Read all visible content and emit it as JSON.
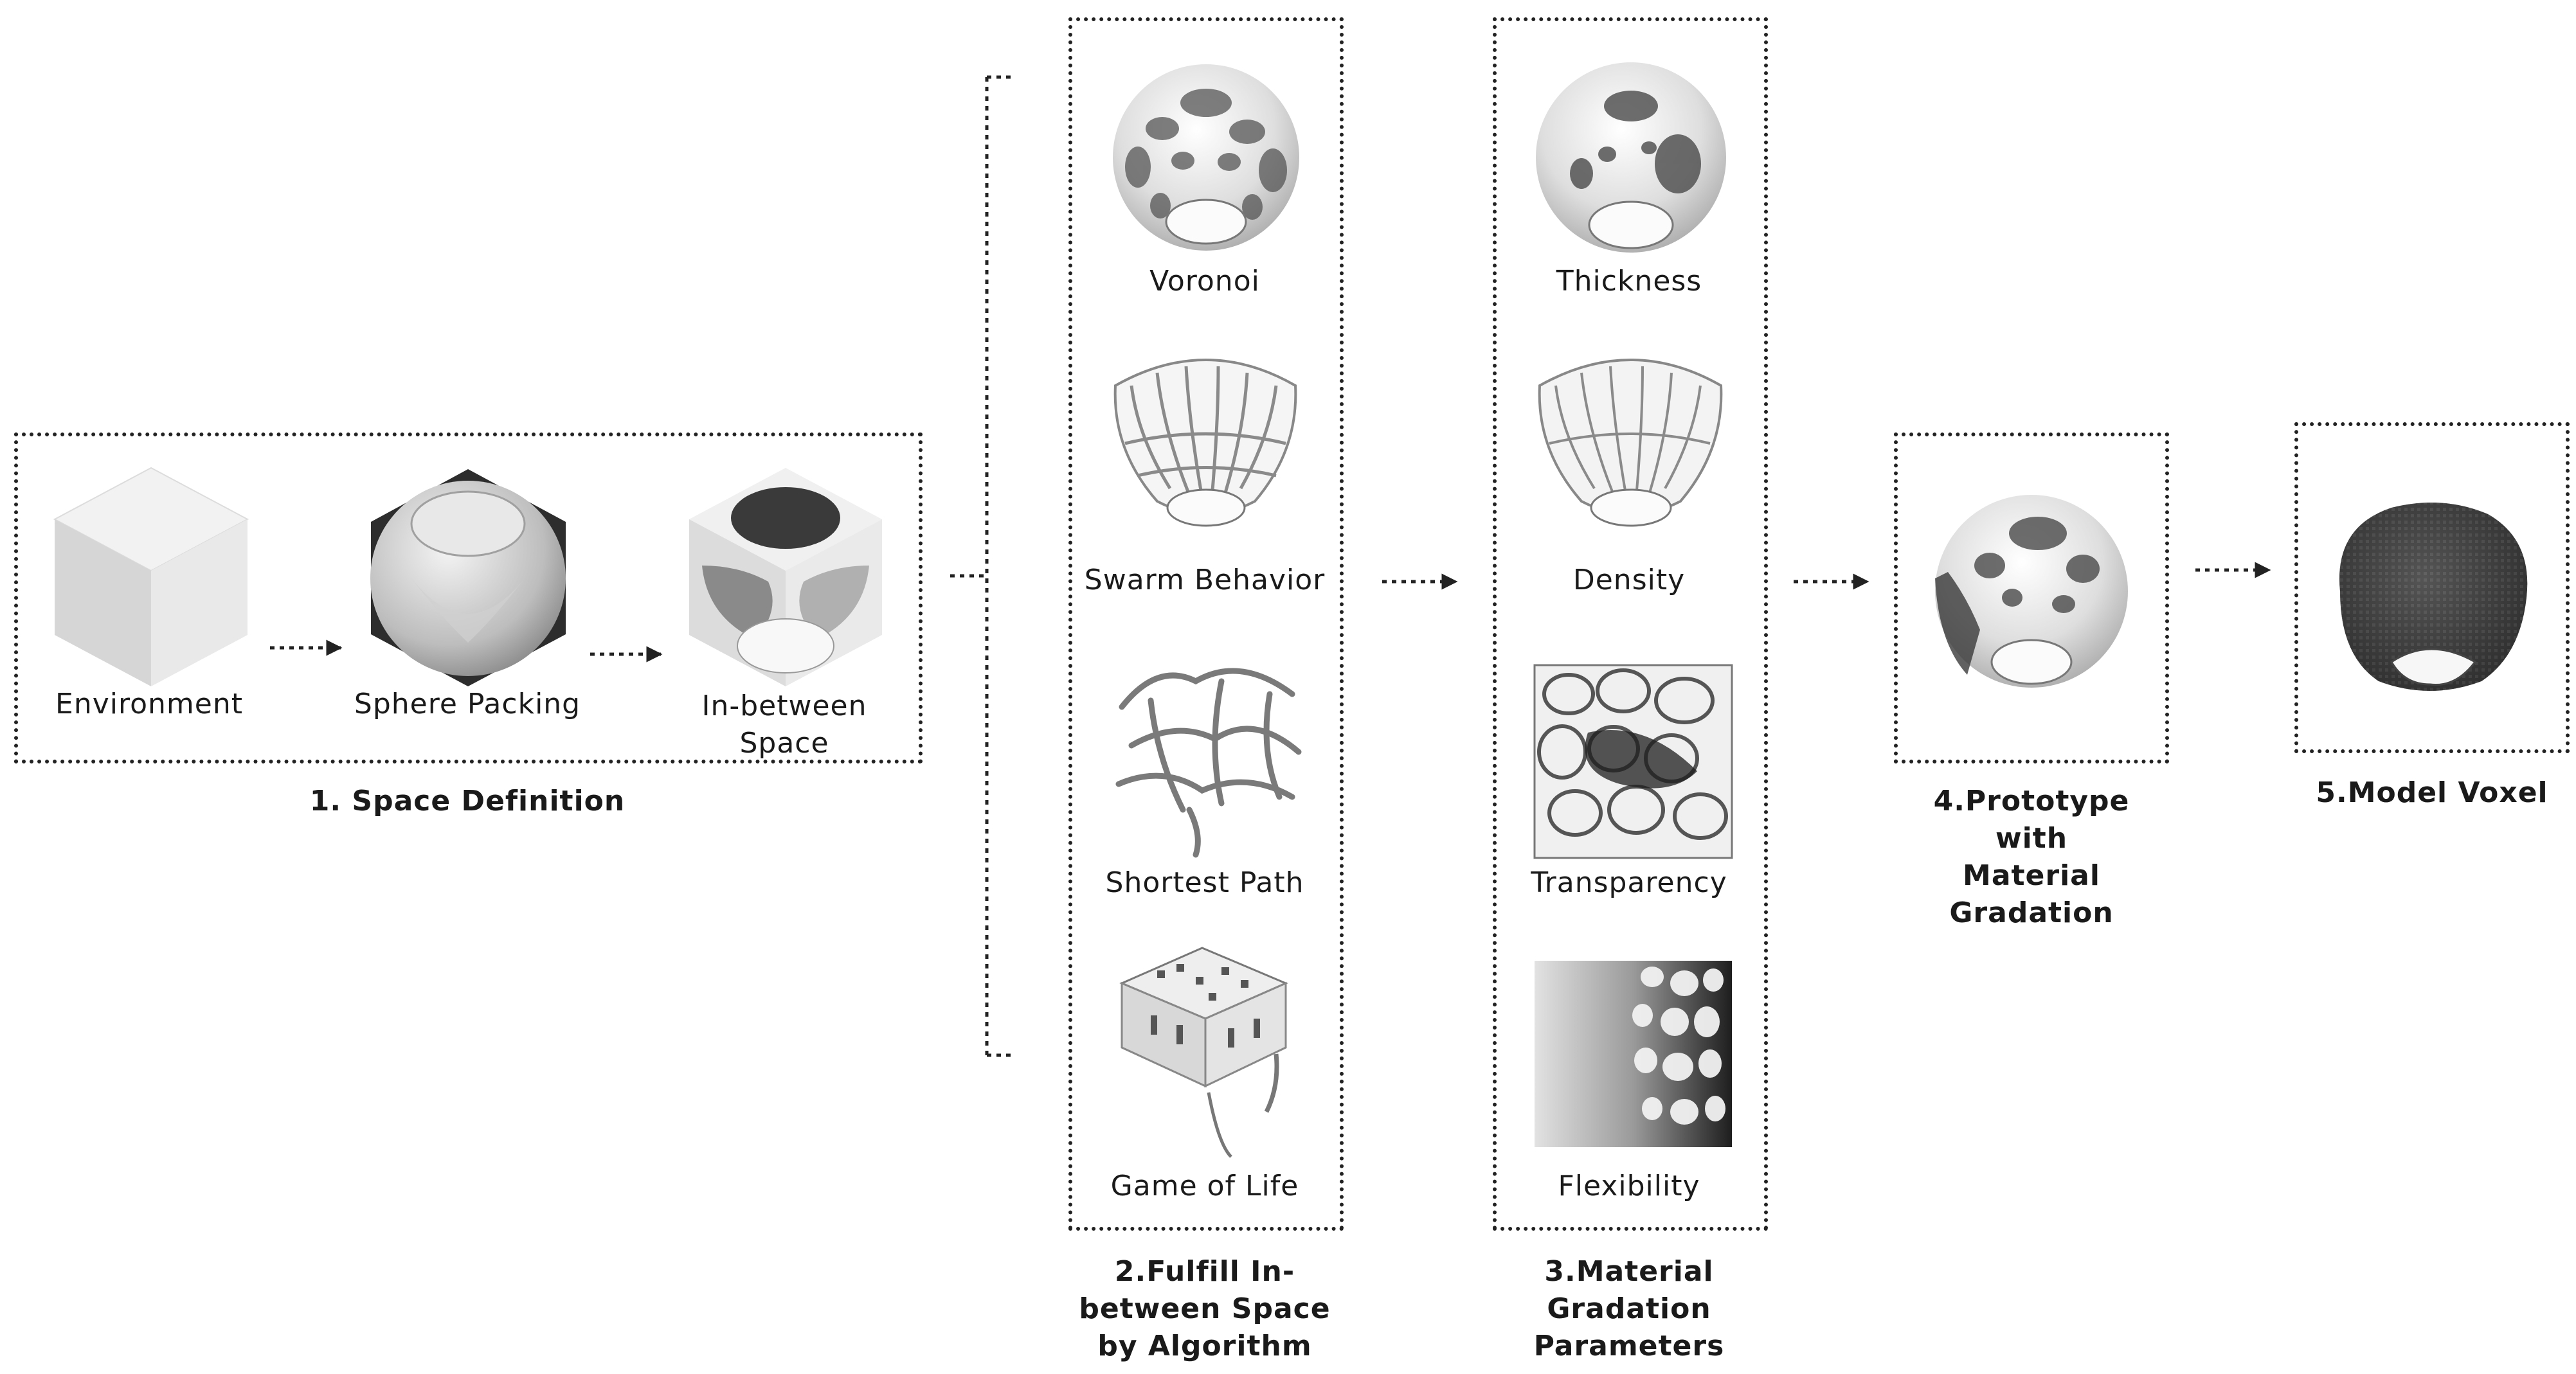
{
  "stage1": {
    "title": "1. Space Definition",
    "items": [
      "Environment",
      "Sphere Packing",
      "In-between Space"
    ]
  },
  "stage2": {
    "title": "2.Fulfill In-between Space by Algorithm",
    "items": [
      "Voronoi",
      "Swarm Behavior",
      "Shortest Path",
      "Game of Life"
    ]
  },
  "stage3": {
    "title": "3.Material Gradation Parameters",
    "items": [
      "Thickness",
      "Density",
      "Transparency",
      "Flexibility"
    ]
  },
  "stage4": {
    "title": "4.Prototype with Material Gradation"
  },
  "stage5": {
    "title": "5.Model Voxel"
  },
  "colors": {
    "line": "#222222",
    "text": "#1a1a1a",
    "model_light": "#e6e6e6",
    "model_dark": "#2a2a2a"
  }
}
